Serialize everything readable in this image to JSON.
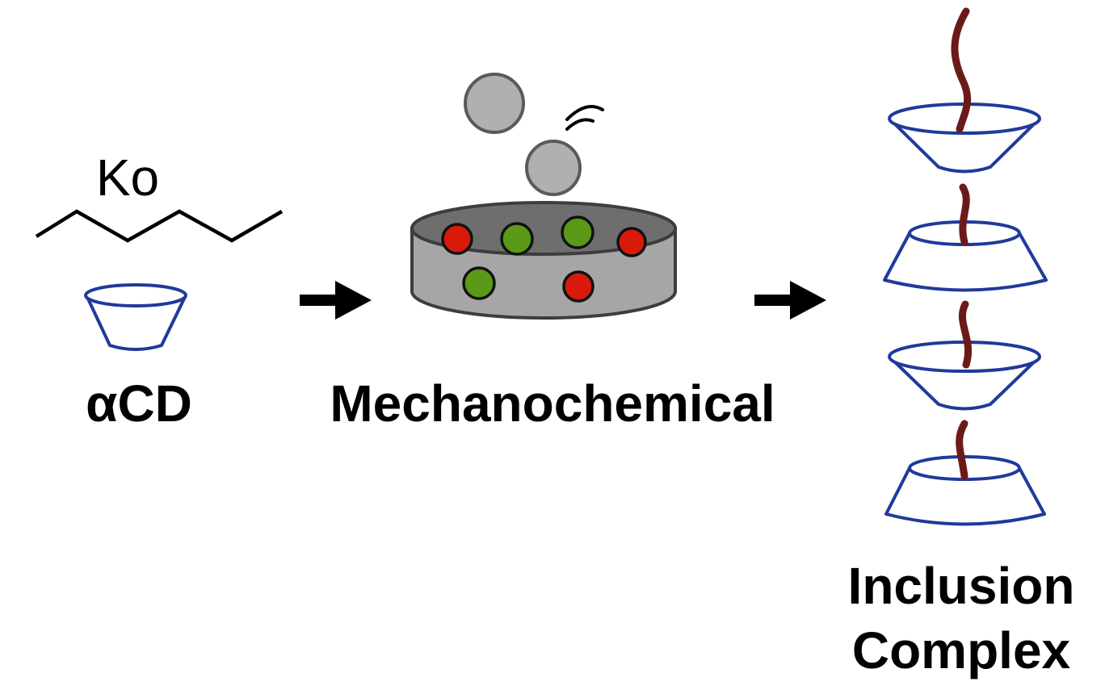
{
  "labels": {
    "guest": "Ko",
    "host": "αCD",
    "process": "Mechanochemical",
    "product_line1": "Inclusion",
    "product_line2": "Complex"
  },
  "colors": {
    "text": "#000000",
    "chain": "#000000",
    "cyclodextrin": "#1f3a9a",
    "polymer_thread": "#6b1a1a",
    "ball": "#b0b0b0",
    "ball_stroke": "#5a5a5a",
    "jar": "#a6a6a6",
    "jar_inner": "#6e6e6e",
    "particle_red": "#d91a0a",
    "particle_green": "#5a9a16"
  },
  "icons": {
    "arrow": "right-arrow-icon",
    "cup": "cyclodextrin-cup-icon",
    "ball": "milling-ball-icon",
    "jar": "milling-jar-icon",
    "motion": "vibration-lines-icon"
  },
  "counts": {
    "cyclodextrins_threaded": 4
  }
}
